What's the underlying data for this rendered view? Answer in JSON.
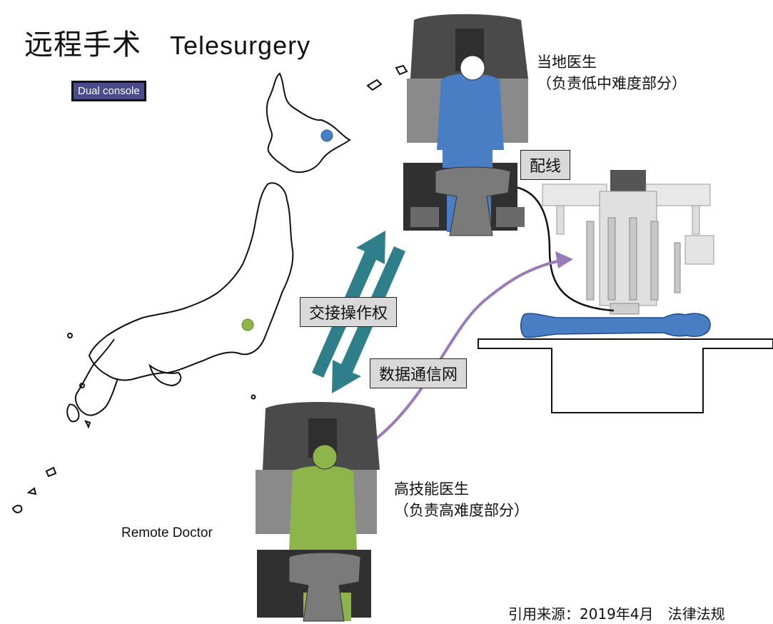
{
  "title": {
    "zh": "远程手术",
    "en": "Telesurgery"
  },
  "badge": "Dual console",
  "local_doctor": {
    "title": "当地医生",
    "role": "（负责低中难度部分）"
  },
  "remote_doctor": {
    "title": "高技能医生",
    "role": "（负责高难度部分）",
    "caption": "Remote Doctor"
  },
  "boxes": {
    "wiring": "配线",
    "handover": "交接操作权",
    "network": "数据通信网"
  },
  "citation": "引用来源：2019年4月　法律法规",
  "colors": {
    "local": "#4a7ec4",
    "remote": "#8db54a",
    "arrow": "#2f7f8a",
    "network": "#9a7ab8",
    "badge": "#4b4a8a"
  },
  "icons": [
    "japan-map",
    "surgeon-console",
    "patient-cart-robot",
    "patient-figure",
    "operating-table"
  ]
}
